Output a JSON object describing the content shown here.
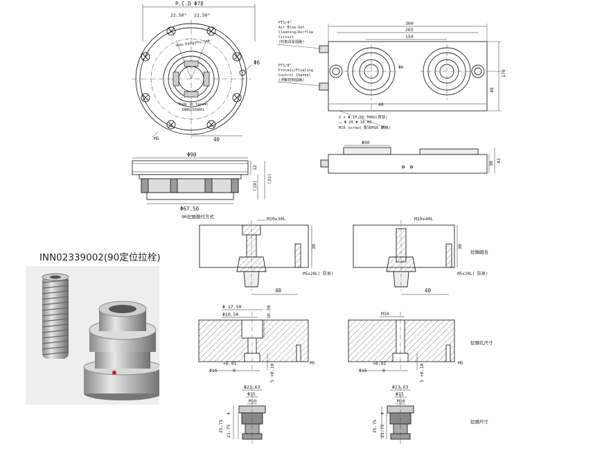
{
  "colors": {
    "line": "#222222",
    "photo_bg": "#eeeeee",
    "red_dot": "#cc2222"
  },
  "top_view": {
    "pcd_label": "P.C.D Φ78",
    "angle_left": "22.50°",
    "angle_right": "22.50°",
    "brand": "www.hangzhu.com",
    "made_in": "Made in Taiwan",
    "part_no": "INN02339001",
    "d6": "Φ6",
    "m5": "M5",
    "dim_40": "40"
  },
  "plate_view": {
    "dim_300": "300",
    "dim_265": "265",
    "dim_150": "150",
    "dim_170": "170",
    "dim_40": "40",
    "dim_40b": "40",
    "d6": "Φ6",
    "port1_line1": "PT1/4\"",
    "port1_line2": "Air Blow-Out",
    "port1_line3": "Cleaning/Airflow",
    "port1_line4": "Circuit",
    "port1_line5": "(吹氣清潔迴路)",
    "port2_line1": "PT1/8\"",
    "port2_line2": "Process/Floating",
    "port2_line3": "Control Channel",
    "port2_line4": "(浮動控制迴路)",
    "note1": "2 x Φ 17.50 THRU(貫穿)",
    "note2": "⌴ Φ 26 ▼ 10.60",
    "note3": "M16 screw( 配合M16 螺絲)"
  },
  "side_view": {
    "d90": "Φ90",
    "h12": "12",
    "h31": "(31)",
    "h19": "(19)",
    "d67": "Φ67.50",
    "caption": "90拉頭鎖付方式"
  },
  "side_plate": {
    "d90": "Φ90",
    "h30": "30",
    "h42": "42"
  },
  "assembly": {
    "left_bolt": "M10x30L",
    "right_bolt": "M10x40L",
    "h30a": "30",
    "h30b": "30",
    "pin_left": "M5x20L( 防呆)",
    "pin_right": "M5x20L( 防呆)",
    "dim40a": "40",
    "dim40b": "40",
    "caption": "拉頭組合"
  },
  "hole_size": {
    "d1750": "Φ 17.50",
    "d1050": "Φ10.50",
    "depth1050": "10.50",
    "m10": "M10",
    "tol": "+0.01",
    "tol0": "0",
    "d15": "Φ15",
    "tol_r": "+0.01",
    "tol0_r": "0",
    "d15_r": "Φ15",
    "depth5": "5 +0.10",
    "depth5_r": "5 +0.10",
    "m5": "M5",
    "m5_r": "M5",
    "caption": "拉頭孔尺寸"
  },
  "stud_size": {
    "d2363a": "Φ23.63",
    "d15a": "Φ15",
    "m10a": "M10",
    "d2363b": "Φ23.63",
    "d15b": "Φ15",
    "m10b": "M10",
    "h2575": "25.75",
    "h2175": "21.75",
    "h4": "4",
    "h2575b": "25.75",
    "h2175b": "21.75",
    "h4b": "4",
    "caption": "拉頭尺寸"
  },
  "product": {
    "title": "INN02339002(90定位拉栓)"
  }
}
